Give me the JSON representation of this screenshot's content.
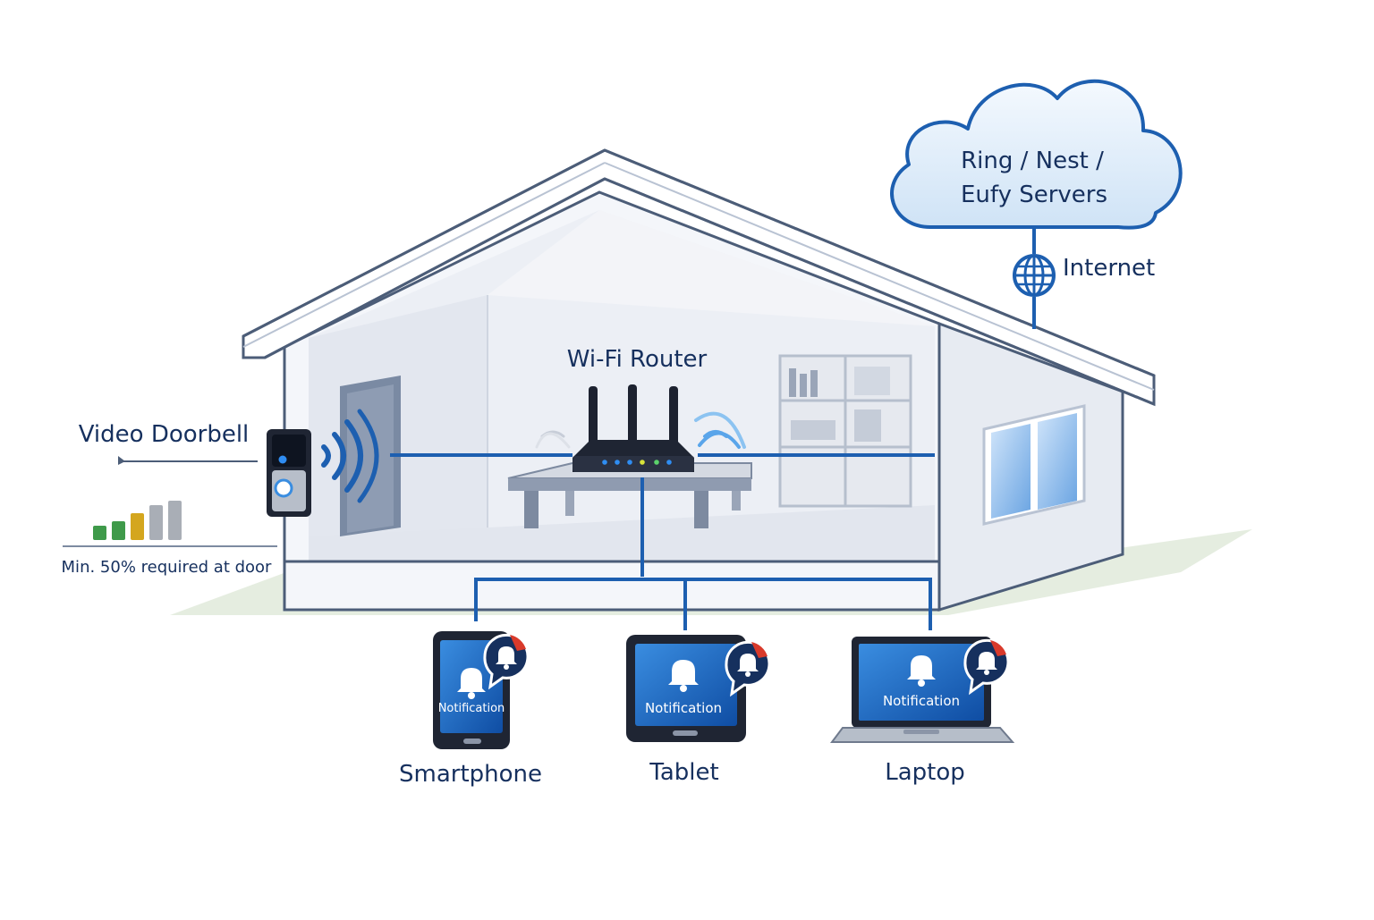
{
  "labels": {
    "cloud_line1": "Ring / Nest /",
    "cloud_line2": "Eufy Servers",
    "internet": "Internet",
    "router": "Wi-Fi Router",
    "doorbell": "Video Doorbell",
    "signal_note": "Min. 50% required at door"
  },
  "devices": [
    {
      "name": "Smartphone",
      "notification": "Notification"
    },
    {
      "name": "Tablet",
      "notification": "Notification"
    },
    {
      "name": "Laptop",
      "notification": "Notification"
    }
  ],
  "signal_meter": {
    "bars": [
      {
        "level": 0.35,
        "color": "#3f9a4a"
      },
      {
        "level": 0.45,
        "color": "#3f9a4a"
      },
      {
        "level": 0.65,
        "color": "#d4a61e"
      },
      {
        "level": 0.85,
        "color": "#a9aeb6"
      },
      {
        "level": 0.95,
        "color": "#a9aeb6"
      }
    ]
  },
  "colors": {
    "accent": "#1d5fb0",
    "navy": "#16305e",
    "cloud_fill": "#dcebf8",
    "house_wall": "#eef1f6",
    "house_edge": "#4c5d78"
  }
}
